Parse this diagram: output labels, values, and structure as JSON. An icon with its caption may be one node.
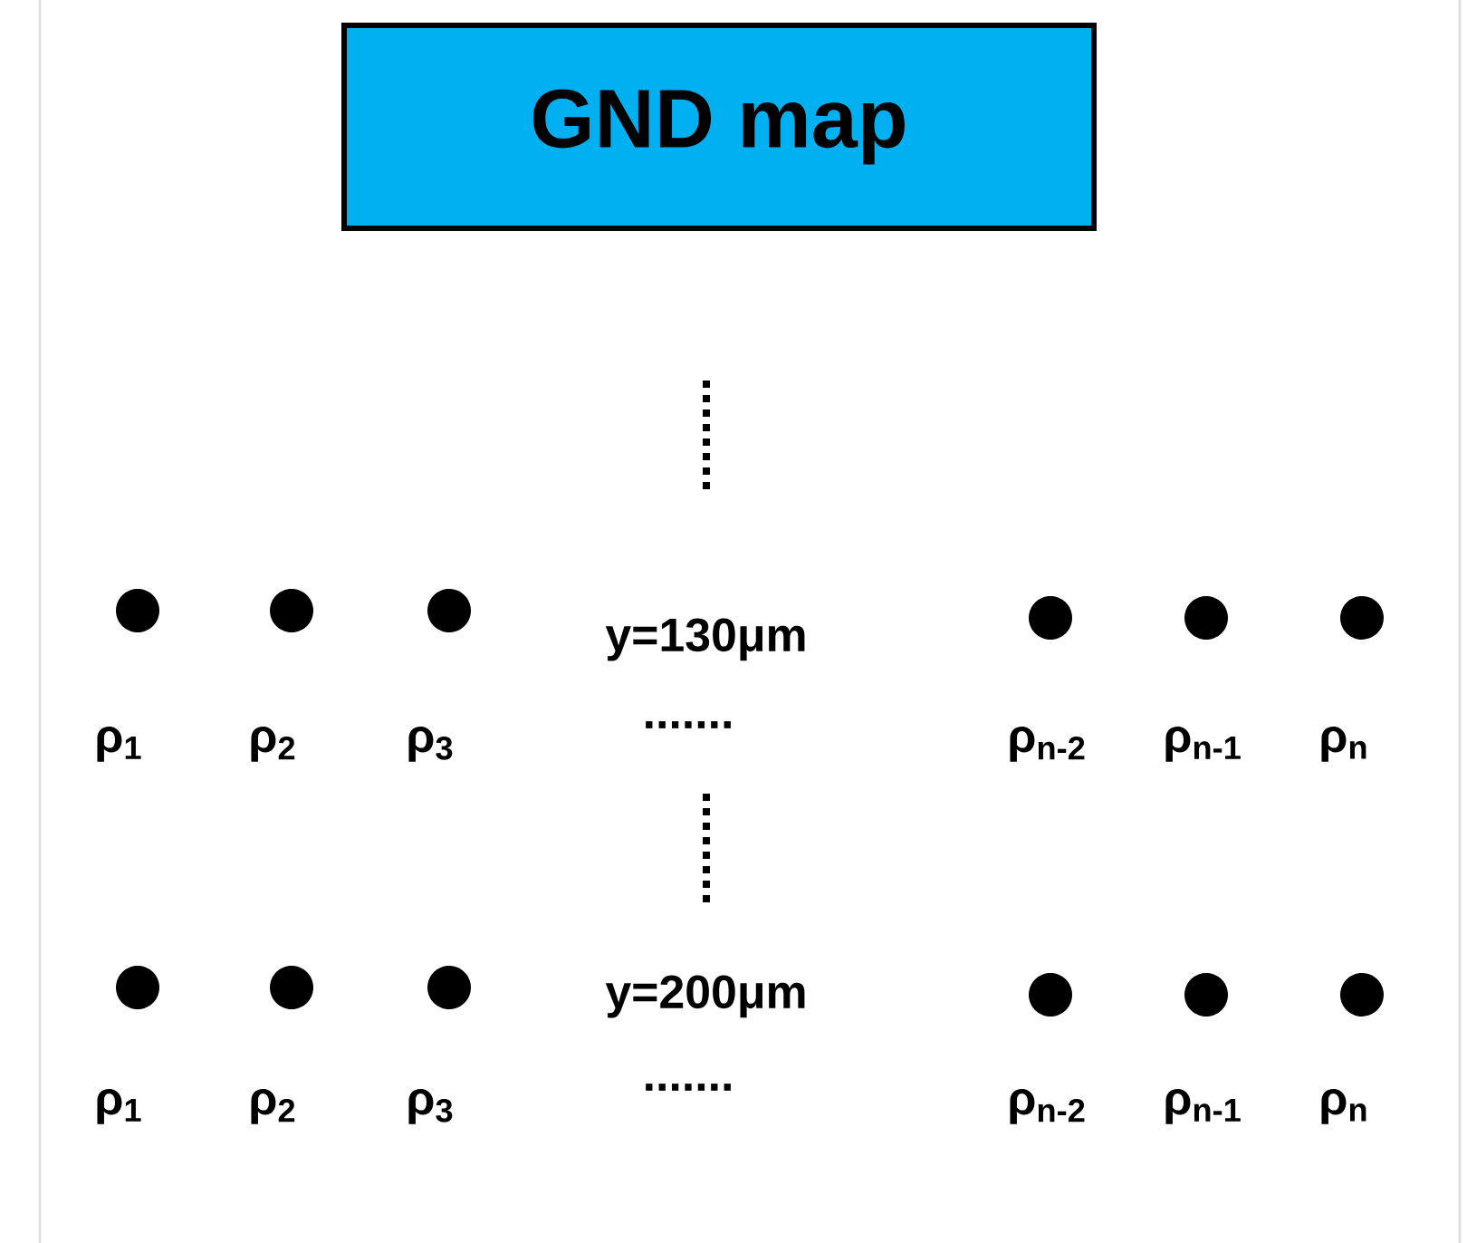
{
  "diagram": {
    "nodes": [
      {
        "text": [
          "GND map"
        ]
      },
      {
        "text": [],
        "shape": "circle",
        "beside": [
          "ρ$_{1}$"
        ]
      },
      {
        "text": [],
        "shape": "circle",
        "beside": [
          "ρ$_{2}$"
        ]
      },
      {
        "text": [],
        "shape": "circle",
        "beside": [
          "ρ$_{3}$"
        ]
      },
      {
        "text": [],
        "shape": "circle",
        "beside": [
          "ρ$_{n-2}$"
        ]
      },
      {
        "text": [],
        "shape": "circle",
        "beside": [
          "ρ$_{n-1}$"
        ]
      },
      {
        "text": [],
        "shape": "circle",
        "beside": [
          "ρ$_{n}$"
        ]
      },
      {
        "text": [],
        "shape": "circle",
        "beside": [
          "ρ$_{1}$"
        ]
      },
      {
        "text": [],
        "shape": "circle",
        "beside": [
          "ρ$_{2}$"
        ]
      },
      {
        "text": [],
        "shape": "circle",
        "beside": [
          "ρ$_{3}$"
        ]
      },
      {
        "text": [],
        "shape": "circle",
        "beside": [
          "ρ$_{n-2}$"
        ]
      },
      {
        "text": [],
        "shape": "circle",
        "beside": [
          "ρ$_{n-1}$"
        ]
      },
      {
        "text": [],
        "shape": "circle",
        "beside": [
          "ρ$_{n}$"
        ]
      }
    ],
    "labels": [
      "y=130μm",
      ".......",
      "y=200μm",
      "......."
    ]
  }
}
